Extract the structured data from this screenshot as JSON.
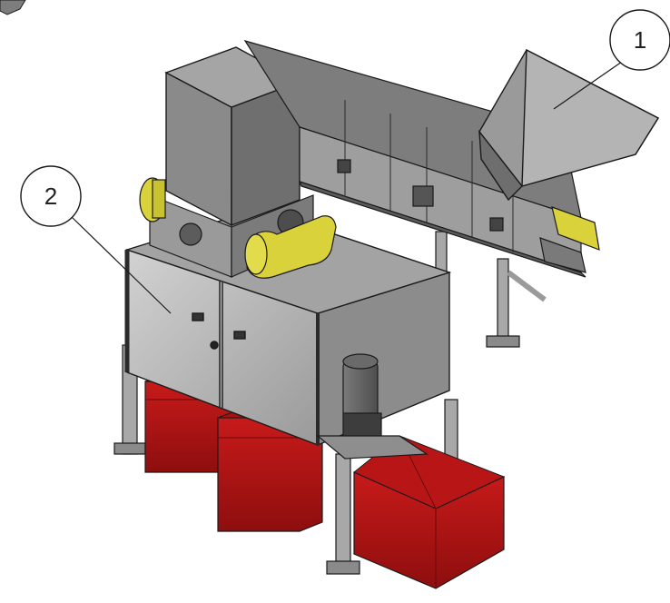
{
  "callouts": [
    {
      "id": "1",
      "label": "1"
    },
    {
      "id": "2",
      "label": "2"
    }
  ],
  "colors": {
    "steel_light": "#b9b9b9",
    "steel_mid": "#8f8f8f",
    "steel_dark": "#5a5a5a",
    "yellow_guard": "#d9d23a",
    "red_bin": "#b51414",
    "red_bin_dark": "#7d0b0b",
    "outline": "#1a1a1a"
  }
}
